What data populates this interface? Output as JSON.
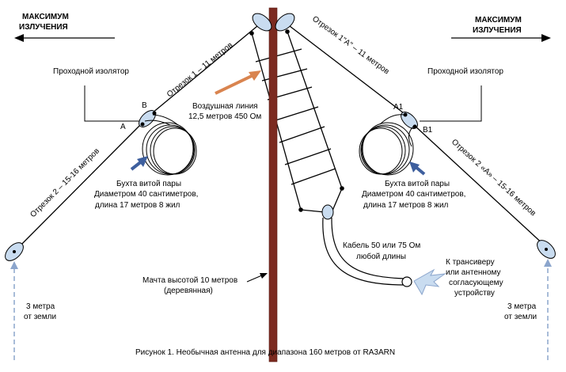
{
  "labels": {
    "max_left_1": "МАКСИМУМ",
    "max_left_2": "ИЗЛУЧЕНИЯ",
    "max_right_1": "МАКСИМУМ",
    "max_right_2": "ИЗЛУЧЕНИЯ",
    "insulator_left": "Проходной изолятор",
    "insulator_right": "Проходной изолятор",
    "seg1_left": "Отрезок 1 – 11 метров",
    "seg1_right": "Отрезок 1\"А\" – 11 метров",
    "seg2_left": "Отрезок 2 – 15-16 метров",
    "seg2_right": "Отрезок 2 «А» – 15-16 метров",
    "point_a": "А",
    "point_b": "В",
    "point_a1": "А1",
    "point_b1": "В1",
    "air_line_1": "Воздушная линия",
    "air_line_2": "12,5 метров 450 Ом",
    "coil_left_1": "Бухта витой пары",
    "coil_left_2": "Диаметром 40 сантиметров,",
    "coil_left_3": "длина 17 метров 8 жил",
    "coil_right_1": "Бухта витой пары",
    "coil_right_2": "Диаметром 40 сантиметров,",
    "coil_right_3": "длина 17 метров 8 жил",
    "cable_1": "Кабель 50 или 75 Ом",
    "cable_2": "любой длины",
    "trans_1": "К трансиверу",
    "trans_2": "или антенному",
    "trans_3": "согласующему",
    "trans_4": "устройству",
    "mast_1": "Мачта высотой 10 метров",
    "mast_2": "(деревянная)",
    "ground_left_1": "3 метра",
    "ground_left_2": "от земли",
    "ground_right_1": "3 метра",
    "ground_right_2": "от земли",
    "caption": "Рисунок 1. Необычная антенна для диапазона 160 метров от RA3ARN"
  },
  "colors": {
    "mast": "#7b2a20",
    "insulator": "#c9dcf0",
    "arrow_orange": "#d9844f",
    "arrow_blue": "#3e5f9e",
    "ground_arrow": "#8ba5cc"
  }
}
